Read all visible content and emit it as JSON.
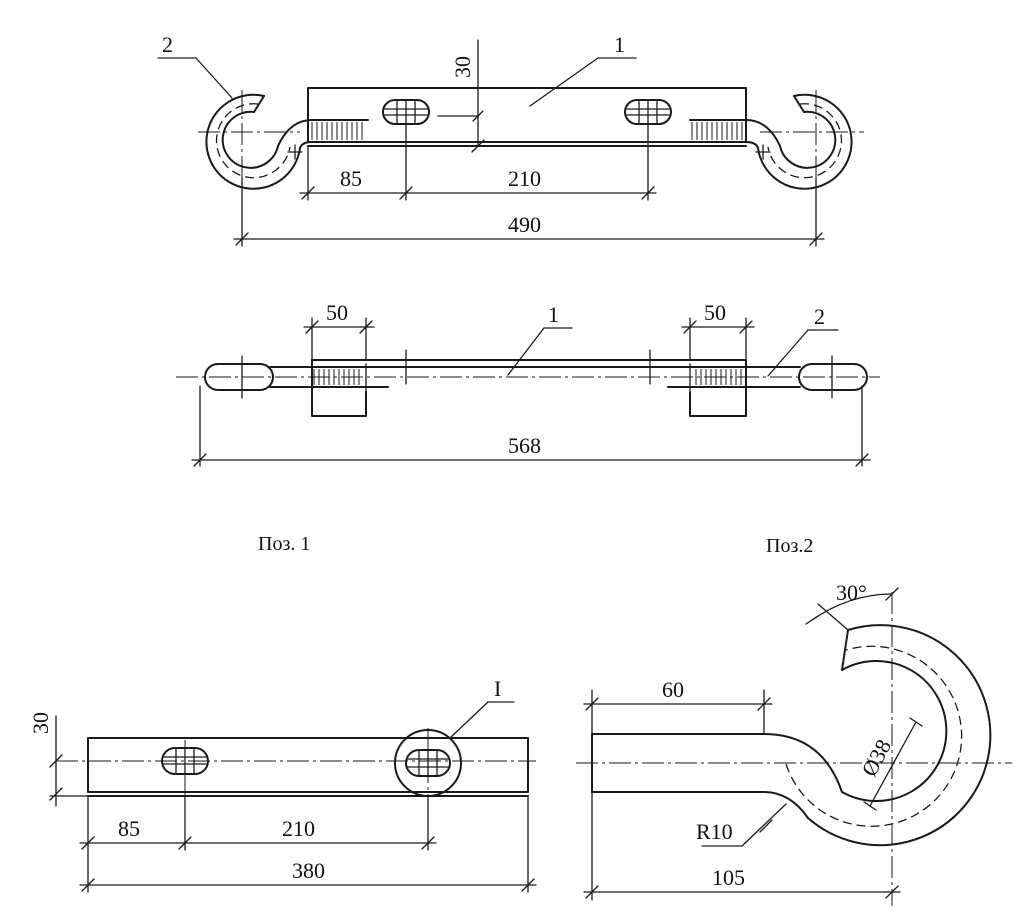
{
  "labels": {
    "top_part_1": "1",
    "top_part_2": "2",
    "top_dim_30": "30",
    "top_dim_85": "85",
    "top_dim_210": "210",
    "top_dim_490": "490",
    "mid_dim_50_left": "50",
    "mid_dim_50_right": "50",
    "mid_part_1": "1",
    "mid_part_2": "2",
    "mid_dim_568": "568",
    "pos1_title": "Поз. 1",
    "pos2_title": "Поз.2",
    "p1_dim_30": "30",
    "p1_detail_mark": "I",
    "p1_dim_85": "85",
    "p1_dim_210": "210",
    "p1_dim_380": "380",
    "p2_dim_30deg": "30°",
    "p2_dim_60": "60",
    "p2_dim_d38": "Ø38",
    "p2_dim_r10": "R10",
    "p2_dim_105": "105"
  }
}
